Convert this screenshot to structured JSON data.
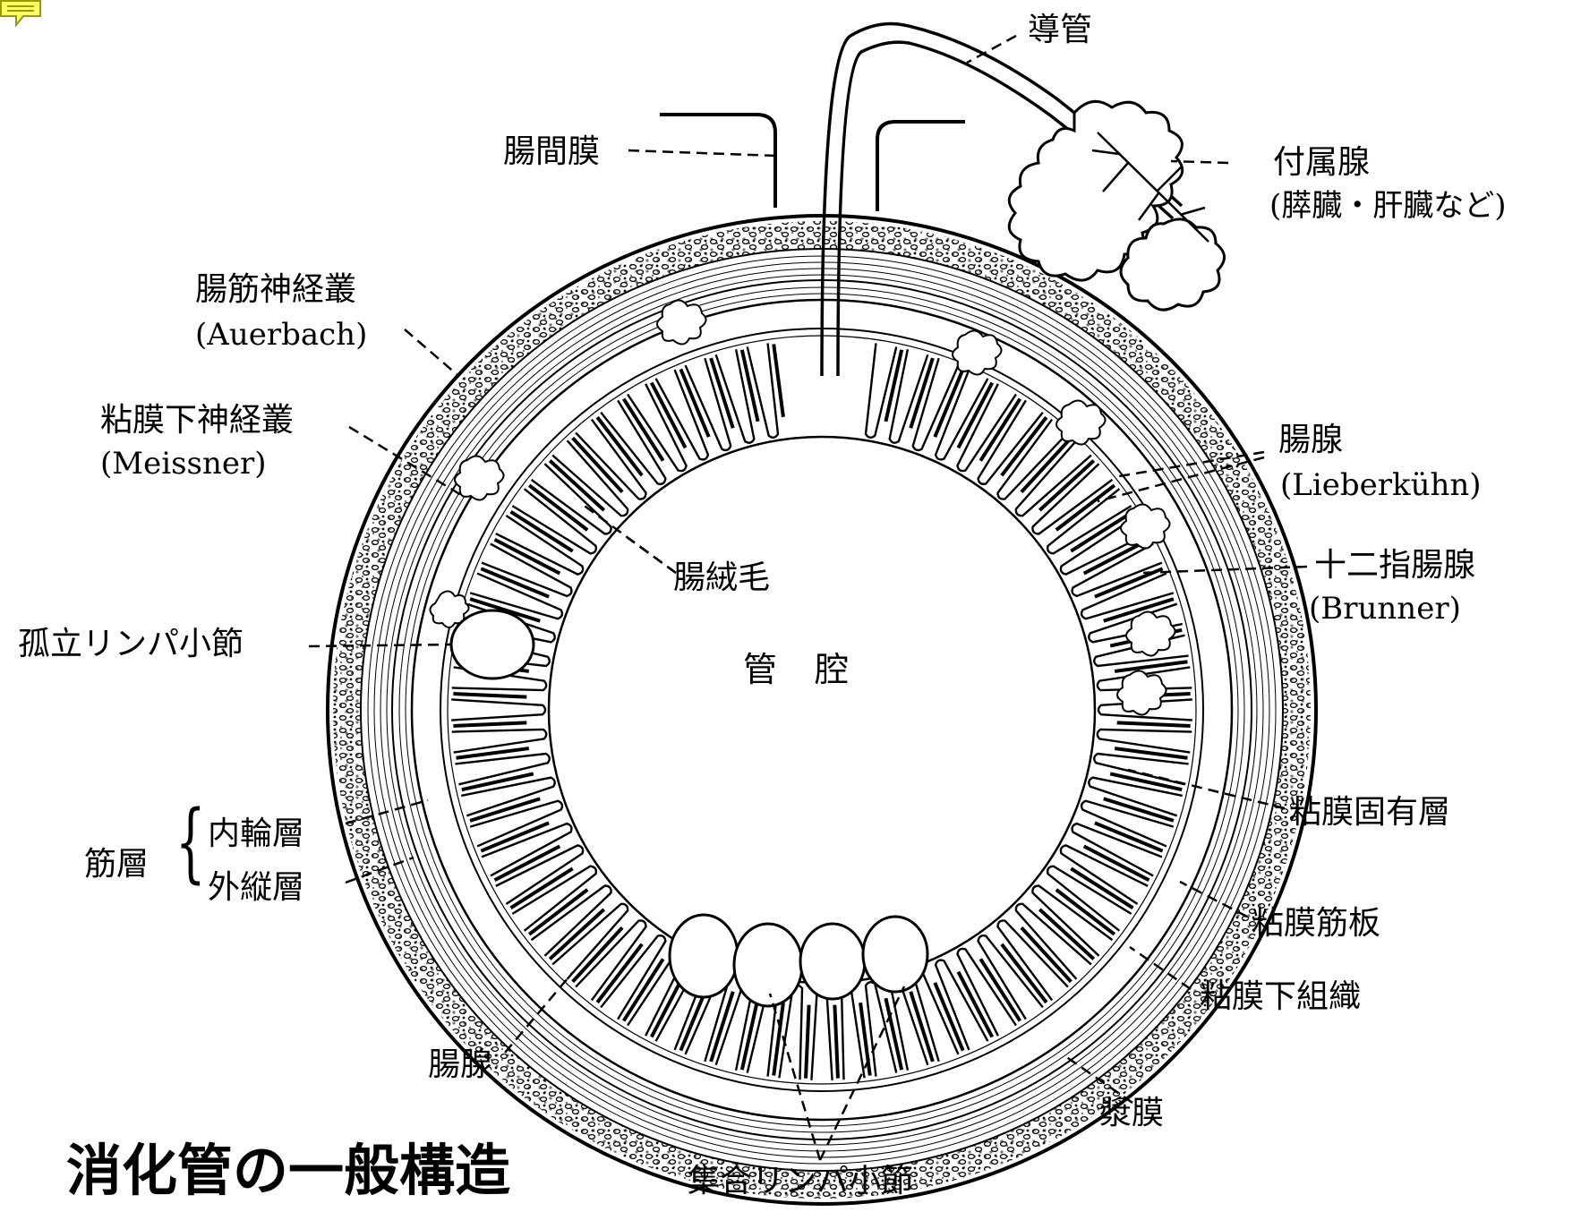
{
  "title": "消化管の一般構造",
  "colors": {
    "note_icon": "#ffff66",
    "ink": "#000000"
  },
  "labels": {
    "duct": "導管",
    "mesentery": "腸間膜",
    "accessory_gland": "付属腺",
    "accessory_gland_examples": "(膵臓・肝臓など)",
    "myenteric_plexus": "腸筋神経叢",
    "myenteric_plexus_name": "(Auerbach)",
    "submucosal_plexus": "粘膜下神経叢",
    "submucosal_plexus_name": "(Meissner)",
    "intestinal_gland_right": "腸腺",
    "intestinal_gland_right_name": "(Lieberkühn)",
    "villi": "腸絨毛",
    "duodenal_gland": "十二指腸腺",
    "duodenal_gland_name": "(Brunner)",
    "solitary_lymph_nodule": "孤立リンパ小節",
    "lumen": "管　腔",
    "lamina_propria": "粘膜固有層",
    "muscle_layer": "筋層",
    "inner_circular": "内輪層",
    "outer_longitudinal": "外縦層",
    "muscularis_mucosae": "粘膜筋板",
    "submucosa": "粘膜下組織",
    "intestinal_gland_bottom": "腸腺",
    "serosa": "漿膜",
    "aggregated_lymph_nodules": "集合リンパ小節"
  }
}
